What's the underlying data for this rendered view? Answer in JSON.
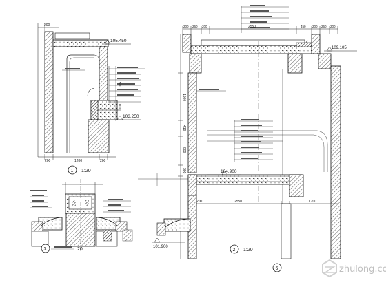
{
  "detail1": {
    "tag": "1",
    "scale": "1:20",
    "elev_top": "105.450",
    "elev_bottom": "103.250",
    "dims_top": [
      "200"
    ],
    "dims_bottom": [
      "200",
      "1200",
      "200"
    ],
    "dims_side": [
      "1500",
      "100"
    ]
  },
  "detail2": {
    "tag": "2",
    "scale": "1:20",
    "elev_top_right": "109.105",
    "elev_mid": "104.900",
    "elev_bottom_left": "101.900",
    "dims_top": [
      "200",
      "260",
      "200",
      "2550",
      "450",
      "200",
      "260",
      "200"
    ],
    "dims_mid": [
      "200",
      "2550",
      "1200"
    ],
    "dims_left": [
      "1500",
      "410",
      "800",
      "300"
    ]
  },
  "detail3": {
    "tag": "3",
    "scale": ":20"
  },
  "axis_tag": "6",
  "watermark": "zhulong.com"
}
